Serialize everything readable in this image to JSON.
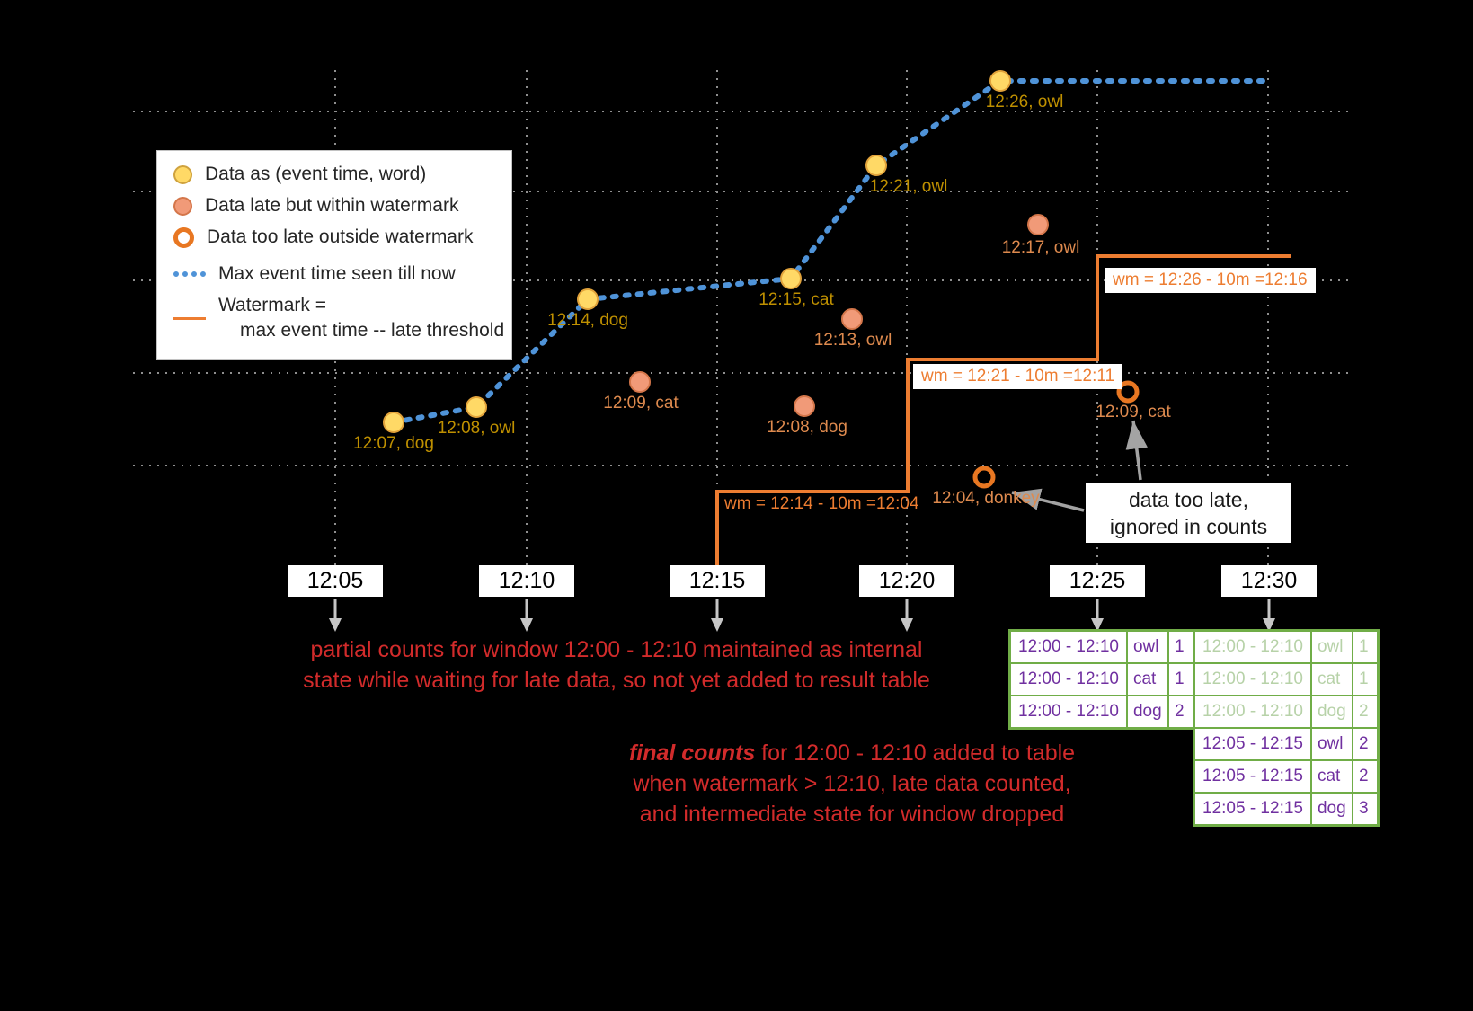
{
  "legend": {
    "items": [
      {
        "swatch": "on-time-dot",
        "label": "Data as (event time, word)"
      },
      {
        "swatch": "late-dot",
        "label": "Data late but within watermark"
      },
      {
        "swatch": "too-late-ring",
        "label": "Data too late outside watermark"
      },
      {
        "swatch": "max-event-time-line",
        "label": "Max event time seen till now"
      },
      {
        "swatch": "watermark-line",
        "label": "Watermark =",
        "label_line2": "max event time -- late threshold"
      }
    ]
  },
  "axis": {
    "ticks": [
      "12:05",
      "12:10",
      "12:15",
      "12:20",
      "12:25",
      "12:30"
    ]
  },
  "points": [
    {
      "status": "on-time",
      "label": "12:07, dog"
    },
    {
      "status": "on-time",
      "label": "12:08, owl"
    },
    {
      "status": "on-time",
      "label": "12:14, dog"
    },
    {
      "status": "on-time",
      "label": "12:15, cat"
    },
    {
      "status": "on-time",
      "label": "12:21, owl"
    },
    {
      "status": "on-time",
      "label": "12:26, owl"
    },
    {
      "status": "late-within-watermark",
      "label": "12:09, cat"
    },
    {
      "status": "late-within-watermark",
      "label": "12:08, dog"
    },
    {
      "status": "late-within-watermark",
      "label": "12:13, owl"
    },
    {
      "status": "late-within-watermark",
      "label": "12:17, owl"
    },
    {
      "status": "too-late",
      "label": "12:04, donkey"
    },
    {
      "status": "too-late",
      "label": "12:09, cat"
    }
  ],
  "watermarks": [
    {
      "label": "wm = 12:14 - 10m =12:04"
    },
    {
      "label": "wm = 12:21 - 10m =12:11"
    },
    {
      "label": "wm = 12:26 - 10m =12:16"
    }
  ],
  "notes": {
    "partial": {
      "line1": "partial counts for window 12:00 - 12:10 maintained as internal",
      "line2": "state while waiting for late data, so not yet added  to result table"
    },
    "final": {
      "emphasis": "final counts",
      "rest": " for 12:00 - 12:10 added to table",
      "line2": "when watermark > 12:10, late data counted,",
      "line3": "and intermediate state for window dropped"
    },
    "too_late": {
      "line1": "data too late,",
      "line2": "ignored in counts"
    }
  },
  "tables": {
    "t1225": {
      "rows": [
        {
          "window": "12:00 - 12:10",
          "word": "owl",
          "count": "1"
        },
        {
          "window": "12:00 - 12:10",
          "word": "cat",
          "count": "1"
        },
        {
          "window": "12:00 - 12:10",
          "word": "dog",
          "count": "2"
        }
      ]
    },
    "t1230": {
      "rows": [
        {
          "window": "12:00 - 12:10",
          "word": "owl",
          "count": "1",
          "faded": true
        },
        {
          "window": "12:00 - 12:10",
          "word": "cat",
          "count": "1",
          "faded": true
        },
        {
          "window": "12:00 - 12:10",
          "word": "dog",
          "count": "2",
          "faded": true
        },
        {
          "window": "12:05 - 12:15",
          "word": "owl",
          "count": "2",
          "faded": false
        },
        {
          "window": "12:05 - 12:15",
          "word": "cat",
          "count": "2",
          "faded": false
        },
        {
          "window": "12:05 - 12:15",
          "word": "dog",
          "count": "3",
          "faded": false
        }
      ]
    }
  },
  "colors": {
    "background": "#000000",
    "grid": "#8f8f8f",
    "on_time_fill": "#FFD966",
    "on_time_label": "#BF9000",
    "late_fill": "#F19A78",
    "late_label": "#DE8A4E",
    "too_late_ring": "#E87722",
    "max_event_time_line": "#4f93d8",
    "watermark_line": "#ED7D31",
    "note_red": "#D22B2B",
    "table_border_green": "#70AD47",
    "table_text_purple": "#7030A0"
  }
}
